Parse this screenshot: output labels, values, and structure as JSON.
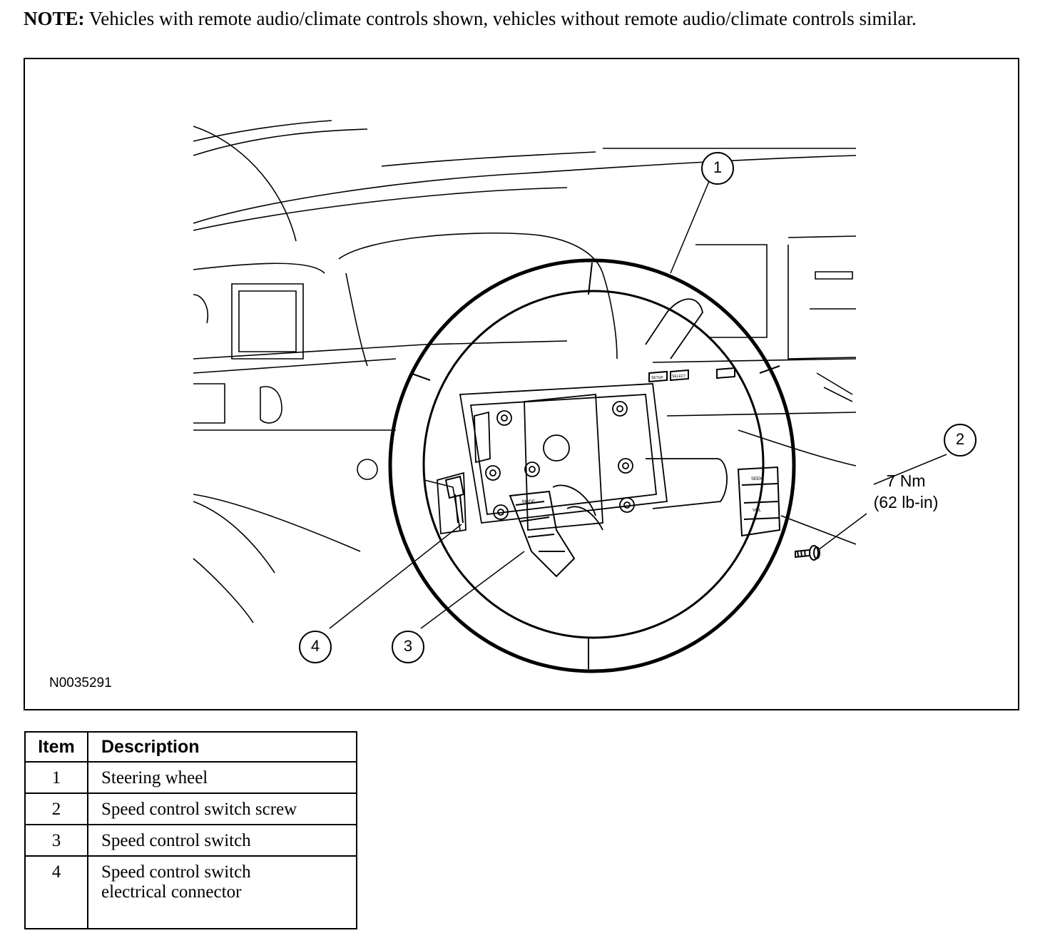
{
  "note": {
    "label": "NOTE:",
    "text": " Vehicles with remote audio/climate controls shown, vehicles without remote audio/climate controls similar."
  },
  "figure": {
    "id": "N0035291",
    "callouts": [
      "1",
      "2",
      "3",
      "4"
    ],
    "torque_line1": "7 Nm",
    "torque_line2": "(62 lb-in)",
    "switch_labels": {
      "seek": "SEEK",
      "vol": "VOL",
      "mode": "MODE",
      "setup": "SETUP",
      "select": "SELECT"
    }
  },
  "table": {
    "header_item": "Item",
    "header_description": "Description",
    "rows": [
      {
        "item": "1",
        "description": "Steering wheel"
      },
      {
        "item": "2",
        "description": "Speed control switch screw"
      },
      {
        "item": "3",
        "description": "Speed control switch"
      },
      {
        "item": "4",
        "description_line1": "Speed control switch",
        "description_line2": "electrical connector"
      }
    ]
  }
}
